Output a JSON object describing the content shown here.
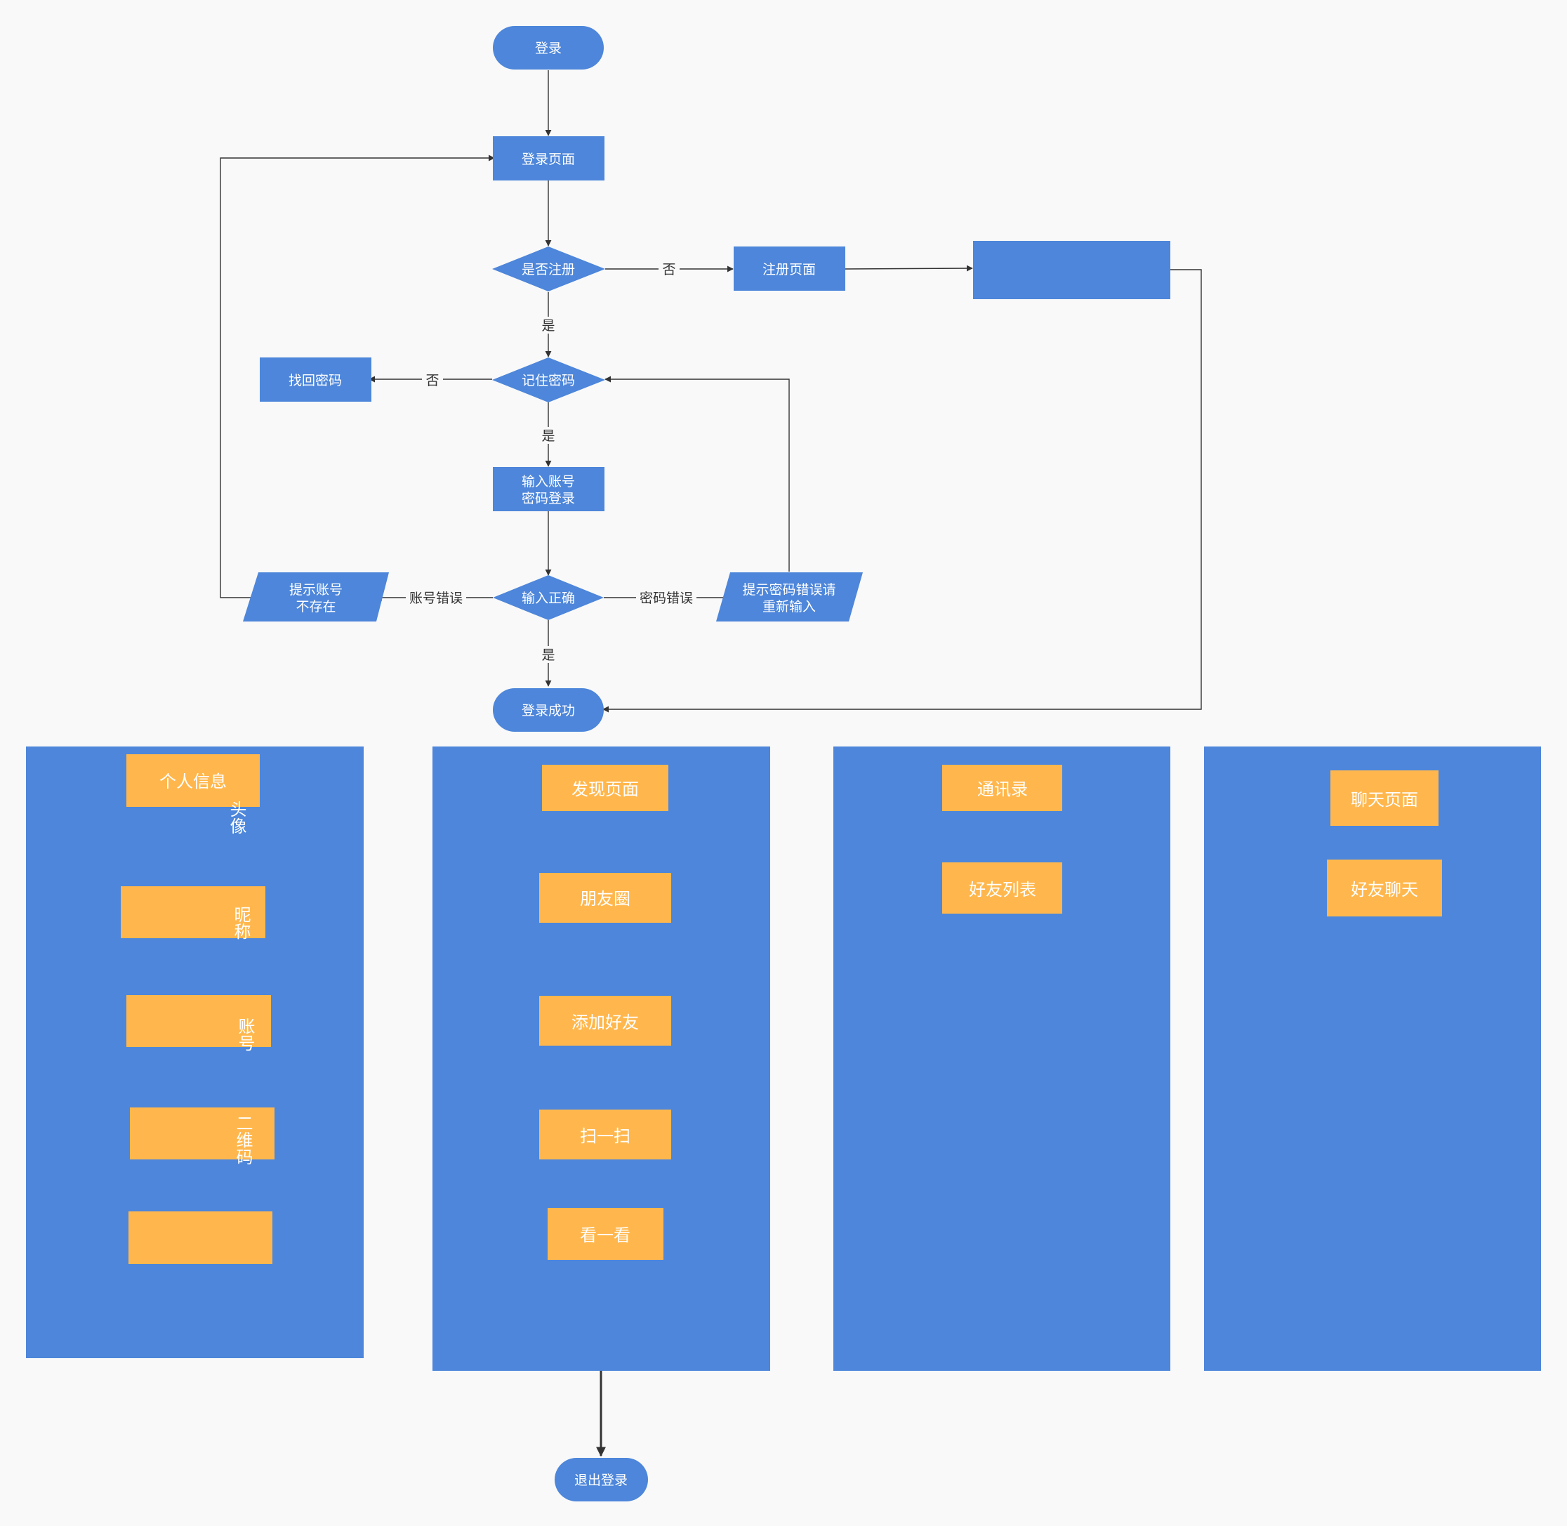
{
  "colors": {
    "background": "#f9f9f9",
    "node_blue": "#4d86da",
    "node_orange": "#ffb74d",
    "edge": "#333333",
    "text_on_node": "#ffffff"
  },
  "nodes": {
    "start": "登录",
    "login_page": "登录页面",
    "is_registered": "是否注册",
    "register_page": "注册页面",
    "register_box": "",
    "remember_password": "记住密码",
    "find_password": "找回密码",
    "input_account_line1": "输入账号",
    "input_account_line2": "密码登录",
    "input_correct": "输入正确",
    "account_not_exist_line1": "提示账号",
    "account_not_exist_line2": "不存在",
    "password_error_line1": "提示密码错误请",
    "password_error_line2": "重新输入",
    "login_success": "登录成功",
    "logout": "退出登录"
  },
  "edge_labels": {
    "no_register": "否",
    "yes_registered": "是",
    "no_remember": "否",
    "yes_remember": "是",
    "account_error": "账号错误",
    "password_error": "密码错误",
    "yes_correct": "是"
  },
  "panels": {
    "personal": {
      "title": "个人信息",
      "side_labels": [
        "头像",
        "昵称",
        "账号",
        "二维码"
      ]
    },
    "discover": {
      "items": [
        "发现页面",
        "朋友圈",
        "添加好友",
        "扫一扫",
        "看一看"
      ]
    },
    "contacts": {
      "items": [
        "通讯录",
        "好友列表"
      ]
    },
    "chat": {
      "items": [
        "聊天页面",
        "好友聊天"
      ]
    }
  }
}
